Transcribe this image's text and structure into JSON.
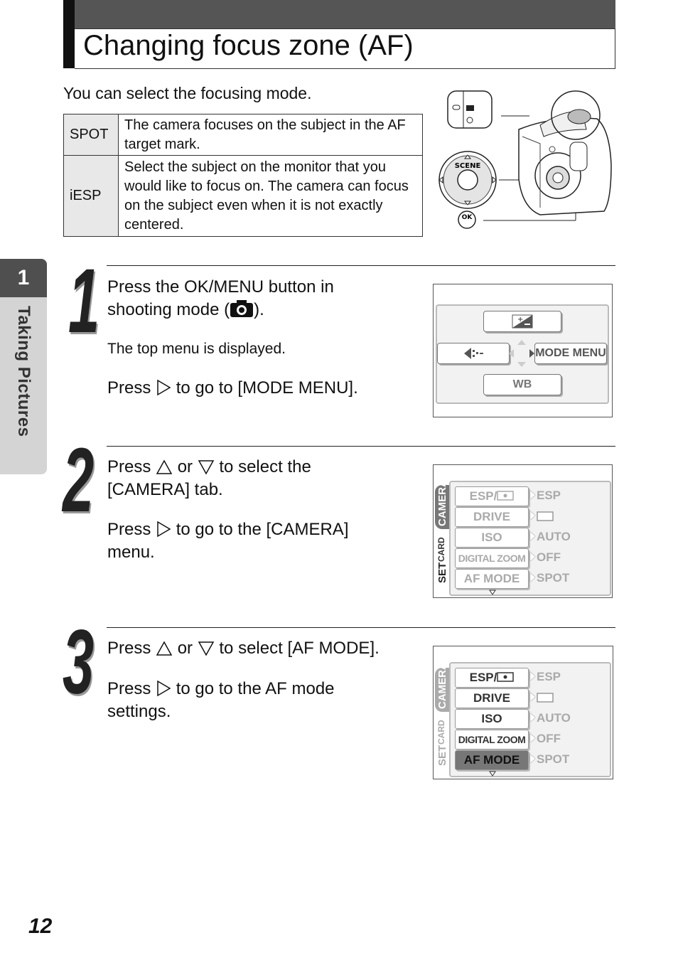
{
  "title": "Changing focus zone (AF)",
  "intro": "You can select the focusing mode.",
  "modes": [
    {
      "label": "SPOT",
      "desc": "The camera focuses on the subject in the AF target mark."
    },
    {
      "label": "iESP",
      "desc": "Select the subject on the monitor that you would like to focus on. The camera can focus on the subject even when it is not exactly centered."
    }
  ],
  "side_tab": {
    "number": "1",
    "label": "Taking Pictures"
  },
  "camera_labels": {
    "scene": "SCENE",
    "ok": "OK"
  },
  "step1": {
    "number": "1",
    "line1": "Press the OK/MENU button in",
    "line2_pre": "shooting mode (",
    "line2_post": ").",
    "note": "The top menu is displayed.",
    "press_pre": "Press",
    "press_post": "to go to [MODE MENU].",
    "lcd": {
      "mode_menu": "MODE MENU",
      "wb": "WB"
    }
  },
  "step2": {
    "number": "2",
    "line1_a": "Press",
    "line1_b": "or",
    "line1_c": "to select the",
    "line2": "[CAMERA] tab.",
    "line3_a": "Press",
    "line3_b": "to go to the [CAMERA]",
    "line4": "menu."
  },
  "step3": {
    "number": "3",
    "line1_a": "Press",
    "line1_b": "or",
    "line1_c": "to select [AF MODE].",
    "line2_a": "Press",
    "line2_b": "to go to the AF mode",
    "line3": "settings."
  },
  "camera_menu": {
    "tabs": {
      "camera": "CAMERA",
      "card": "CARD",
      "set": "SET"
    },
    "rows": [
      {
        "label": "ESP/",
        "value": "ESP"
      },
      {
        "label": "DRIVE",
        "value": ""
      },
      {
        "label": "ISO",
        "value": "AUTO"
      },
      {
        "label": "DIGITAL ZOOM",
        "value": "OFF"
      },
      {
        "label": "AF MODE",
        "value": "SPOT"
      }
    ]
  },
  "page_number": "12"
}
